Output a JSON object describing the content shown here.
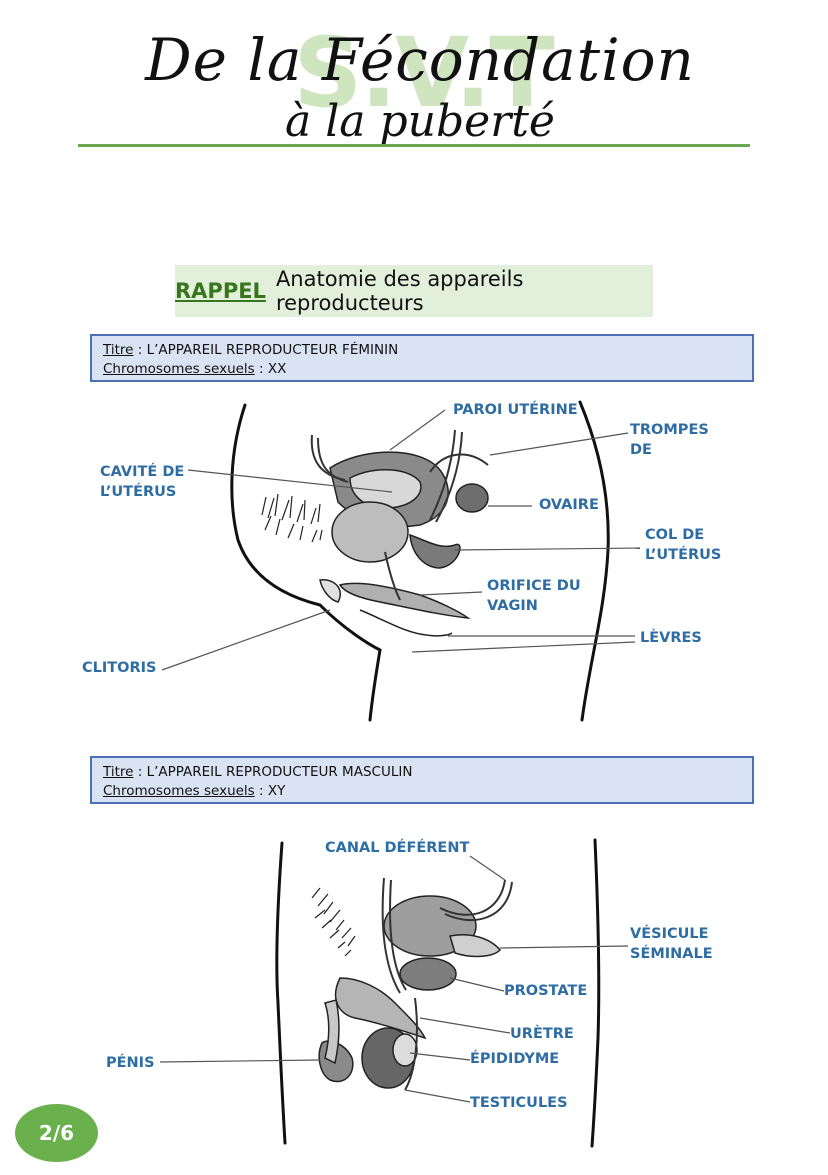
{
  "header": {
    "watermark": "S.V.T",
    "title_line1": "De la Fécondation",
    "title_line2": "à la puberté"
  },
  "rappel": {
    "label": "RAPPEL",
    "text": "Anatomie des appareils reproducteurs"
  },
  "female": {
    "title_key": "Titre",
    "title_value": " : L’APPAREIL REPRODUCTEUR FÉMININ",
    "chromo_key": "Chromosomes sexuels",
    "chromo_value": " : XX",
    "labels": {
      "paroi": "PAROI UTÉRINE",
      "trompes": "TROMPES\nDE",
      "cavite": "CAVITÉ DE\nL’UTÉRUS",
      "ovaire": "OVAIRE",
      "col": "COL DE\nL’UTÉRUS",
      "orifice": "ORIFICE DU\nVAGIN",
      "levres": "LÈVRES",
      "clitoris": "CLITORIS"
    }
  },
  "male": {
    "title_key": "Titre",
    "title_value": " : L’APPAREIL REPRODUCTEUR MASCULIN",
    "chromo_key": "Chromosomes sexuels",
    "chromo_value": " : XY",
    "labels": {
      "canal": "CANAL DÉFÉRENT",
      "vesicule": "VÉSICULE\nSÉMINALE",
      "prostate": "PROSTATE",
      "uretre": "URÈTRE",
      "penis": "PÉNIS",
      "epididyme": "ÉPIDIDYME",
      "testicules": "TESTICULES"
    }
  },
  "page_number": "2/6",
  "colors": {
    "accent_green": "#6aa84f",
    "label_blue": "#2e6da4",
    "box_fill": "#dae3f3",
    "rappel_fill": "#e2efda"
  }
}
